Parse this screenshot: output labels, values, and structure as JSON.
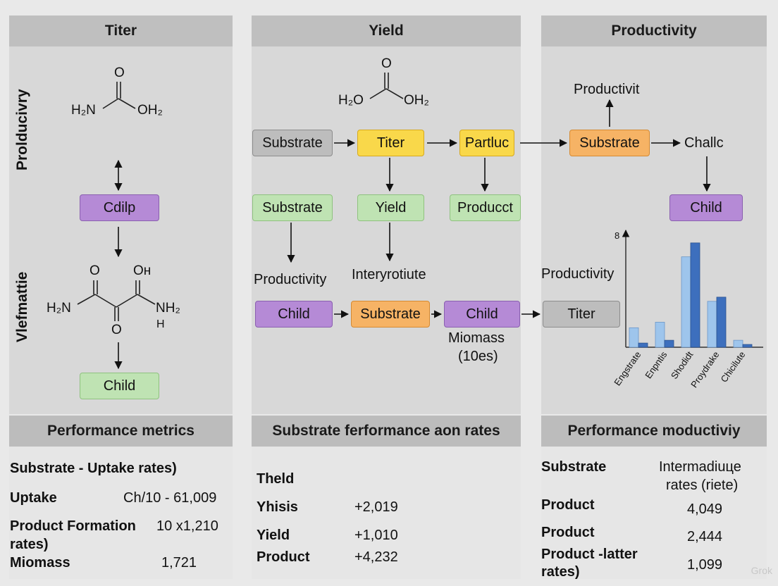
{
  "columns": {
    "titer": {
      "header": "Titer",
      "side_top": "Prolducivry",
      "side_bottom": "Vlefmattie",
      "mol1": {
        "o": "O",
        "left": "H₂N",
        "right": "OH₂"
      },
      "mol2": {
        "o1": "O",
        "o2": "Oн",
        "left": "H₂N",
        "right": "NH₂",
        "o3": "O",
        "h": "H"
      },
      "node_cdilp": "Cdilp",
      "node_child": "Child"
    },
    "yield": {
      "header": "Yield",
      "mol": {
        "o": "O",
        "left": "H₂O",
        "right": "OH₂"
      },
      "nodes": {
        "substrate1": "Substrate",
        "titer": "Titer",
        "partluc": "Partluc",
        "substrate2": "Substrate",
        "yield": "Yield",
        "product": "Producct",
        "child1": "Child",
        "substrate3": "Substrate",
        "child2": "Child"
      },
      "labels": {
        "productivity": "Productivity",
        "interyrotiute": "Interyrotiute",
        "miomass": "Miomass",
        "miomass2": "(10es)"
      }
    },
    "productivity": {
      "header": "Productivity",
      "nodes": {
        "substrate": "Substrate",
        "child": "Child",
        "titer": "Titer"
      },
      "labels": {
        "productivit": "Productivit",
        "challc": "Challc",
        "productivity": "Productivity",
        "axis_mark": "8"
      }
    }
  },
  "chart_data": {
    "type": "bar",
    "categories": [
      "Engstrate",
      "Enpntis",
      "Shodidt",
      "Proydrake",
      "Chicilute"
    ],
    "series": [
      {
        "values": [
          1.4,
          1.8,
          6.5,
          3.3,
          0.5
        ]
      },
      {
        "values": [
          0.3,
          0.5,
          7.5,
          3.6,
          0.2
        ]
      }
    ],
    "ylim": [
      0,
      8
    ],
    "xlabel": "",
    "ylabel": "",
    "colors": [
      "#9ec5ec",
      "#3d6fbd"
    ]
  },
  "tables": {
    "left": {
      "header": "Performance metrics",
      "rows": [
        {
          "label": "Substrate - Uptake rates)",
          "value": ""
        },
        {
          "label": "Uptake",
          "value": "Ch/10 - 61,009"
        },
        {
          "label": "Product Formation",
          "label2": "rates)",
          "value": "10 x1,210"
        },
        {
          "label": "Miomass",
          "value": "1,721"
        }
      ]
    },
    "middle": {
      "header": "Substrate ferformance aon rates",
      "rows": [
        {
          "label": "Theld",
          "value": ""
        },
        {
          "label": "Yhisis",
          "value": "+2,019"
        },
        {
          "label": "Yield",
          "value": "+1,010"
        },
        {
          "label": "Product",
          "value": "+4,232"
        }
      ]
    },
    "right": {
      "header": "Performance moductiviy",
      "col_label": "Substrate",
      "col_head1": "Intermadiuце",
      "col_head2": "rates (riete)",
      "rows": [
        {
          "label": "Product",
          "value": "4,049"
        },
        {
          "label": "Product",
          "value": "2,444"
        },
        {
          "label": "Product -latter",
          "label2": "rates)",
          "value": "1,099"
        }
      ]
    }
  },
  "watermark": "Grok",
  "palette": {
    "gray": "#bdbdbd",
    "yellow": "#f9d84a",
    "orange": "#f6b365",
    "purple": "#b58ad6",
    "green": "#bfe3b3"
  }
}
